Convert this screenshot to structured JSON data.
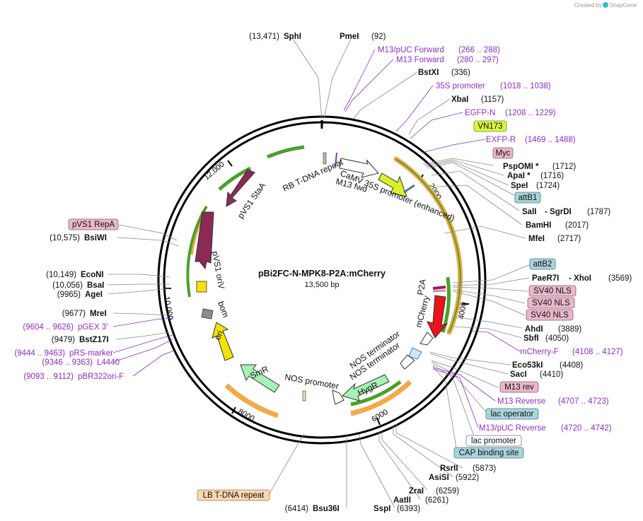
{
  "credit": "Created by",
  "credit_brand": "SnapGene",
  "plasmid": {
    "name": "pBi2FC-N-MPK8-P2A:mCherry",
    "size": "13,500 bp"
  },
  "ring_ticks": [
    "2000",
    "4000",
    "6000",
    "8000",
    "10,000",
    "12,000"
  ],
  "sites": {
    "sphI": {
      "pos": "(13,471)",
      "name": "SphI"
    },
    "pmeI": {
      "name": "PmeI",
      "pos": "(92)"
    },
    "bstXI": {
      "name": "BstXI",
      "pos": "(336)"
    },
    "xbaI": {
      "name": "XbaI",
      "pos": "(1157)"
    },
    "pspOMI": {
      "name": "PspOMI *",
      "pos": "(1712)"
    },
    "apaI": {
      "name": "ApaI *",
      "pos": "(1716)"
    },
    "speI": {
      "name": "SpeI",
      "pos": "(1724)"
    },
    "salI": {
      "name": "SalI",
      "name2": "- SgrDI",
      "pos": "(1787)"
    },
    "bamHI": {
      "name": "BamHI",
      "pos": "(2017)"
    },
    "mfeI": {
      "name": "MfeI",
      "pos": "(2717)"
    },
    "paeR7I": {
      "name": "PaeR7I",
      "name2": "- XhoI",
      "pos": "(3569)"
    },
    "ahdI": {
      "name": "AhdI",
      "pos": "(3889)"
    },
    "sbfI": {
      "name": "SbfI",
      "pos": "(4050)"
    },
    "eco53kI": {
      "name": "Eco53kI",
      "pos": "(4408)"
    },
    "sacI": {
      "name": "SacI",
      "pos": "(4410)"
    },
    "rsrII": {
      "name": "RsrII",
      "pos": "(5873)"
    },
    "asiSI": {
      "name": "AsiSI",
      "pos": "(5922)"
    },
    "zraI": {
      "name": "ZraI",
      "pos": "(6259)"
    },
    "aatII": {
      "name": "AatII",
      "pos": "(6261)"
    },
    "sspI": {
      "name": "SspI",
      "pos": "(6393)"
    },
    "bsu36I": {
      "pos": "(6414)",
      "name": "Bsu36I"
    },
    "bstZ17I": {
      "pos": "(9479)",
      "name": "BstZ17I"
    },
    "mreI": {
      "pos": "(9677)",
      "name": "MreI"
    },
    "ageI": {
      "pos": "(9965)",
      "name": "AgeI"
    },
    "bsaI": {
      "pos": "(10,056)",
      "name": "BsaI"
    },
    "ecoNI": {
      "pos": "(10,149)",
      "name": "EcoNI"
    },
    "bsiWI": {
      "pos": "(10,575)",
      "name": "BsiWI"
    }
  },
  "primers": {
    "m13puc_fwd": {
      "name": "M13/pUC Forward",
      "range": "(266 .. 288)"
    },
    "m13_fwd": {
      "name": "M13 Forward",
      "range": "(280 .. 297)"
    },
    "p35s": {
      "name": "35S promoter",
      "range": "(1018 .. 1038)"
    },
    "egfp_n": {
      "name": "EGFP-N",
      "range": "(1208 .. 1229)"
    },
    "exfp_r": {
      "name": "EXFP-R",
      "range": "(1469 .. 1488)"
    },
    "mcherry_f": {
      "name": "mCherry-F",
      "range": "(4108 .. 4127)"
    },
    "m13_rev": {
      "name": "M13 Reverse",
      "range": "(4707 .. 4723)"
    },
    "m13puc_rev": {
      "name": "M13/pUC Reverse",
      "range": "(4720 .. 4742)"
    },
    "pgex3": {
      "range": "(9604 .. 9626)",
      "name": "pGEX 3'"
    },
    "prs_marker": {
      "range": "(9444 .. 9463)",
      "name": "pRS-marker"
    },
    "l4440": {
      "range": "(9346 .. 9363)",
      "name": "L4440"
    },
    "pbr322ori_f": {
      "range": "(9093 .. 9112)",
      "name": "pBR322ori-F"
    }
  },
  "boxed_features": {
    "vn173": "VN173",
    "myc": "Myc",
    "attB1": "attB1",
    "attB2": "attB2",
    "sv40_nls_1": "SV40 NLS",
    "sv40_nls_2": "SV40 NLS",
    "sv40_nls_3": "SV40 NLS",
    "m13_rev_box": "M13 rev",
    "lac_operator": "lac operator",
    "lac_promoter": "lac promoter",
    "cap_site": "CAP binding site",
    "pvs1_repa": "pVS1 RepA",
    "lb_tdna": "LB T-DNA repeat"
  },
  "inner_features": {
    "rb_tdna": "RB T-DNA repeat",
    "camv35s": "CaMV 35S promoter (enhanced)",
    "m13fwd": "M13 fwd",
    "p2a": "P2A",
    "mcherry": "mCherry",
    "nos_term1": "NOS terminator",
    "nos_term2": "NOS terminator",
    "hygr": "HygR",
    "nos_prom": "NOS promoter",
    "smr": "SmR",
    "ori": "ori",
    "bom": "bom",
    "pvs1_oriv": "pVS1 oriV",
    "pvs1_staa": "pVS1 StaA"
  },
  "colors": {
    "ring": "#000000",
    "primer": "#8e2fbf",
    "orf_orange": "#f2a94a",
    "orf_green": "#4aa02c",
    "staa": "#8b2a55",
    "mcherry": "#e8141a",
    "camv": "#d9f02a",
    "hygr": "#a8f0b5",
    "smr": "#a8f0b5",
    "ori": "#f2e400",
    "bom": "#8c8c8c",
    "box_yellow": "#d9f542",
    "box_pink": "#eab7cc",
    "box_teal": "#a9d4dc",
    "box_peach": "#fad8b0"
  }
}
